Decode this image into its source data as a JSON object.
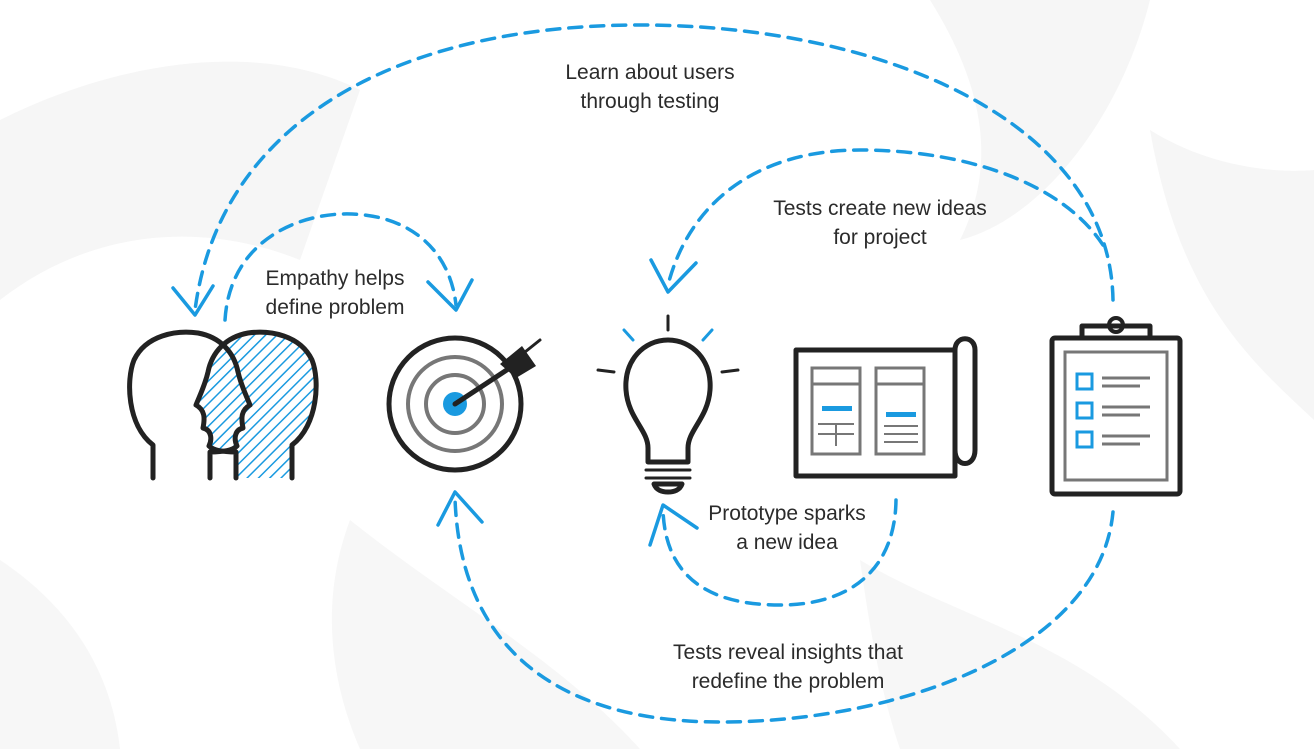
{
  "labels": {
    "learn_users": [
      "Learn about users",
      "through testing"
    ],
    "tests_ideas": [
      "Tests create new ideas",
      "for project"
    ],
    "empathy": [
      "Empathy helps",
      "define problem"
    ],
    "prototype": [
      "Prototype sparks",
      "a new idea"
    ],
    "reveal": [
      "Tests reveal insights that",
      "redefine the problem"
    ]
  },
  "colors": {
    "accent": "#1a9ae0",
    "ink": "#222222",
    "grey": "#777777"
  },
  "icons": [
    "two-heads-icon",
    "target-icon",
    "lightbulb-icon",
    "blueprint-icon",
    "clipboard-icon"
  ]
}
